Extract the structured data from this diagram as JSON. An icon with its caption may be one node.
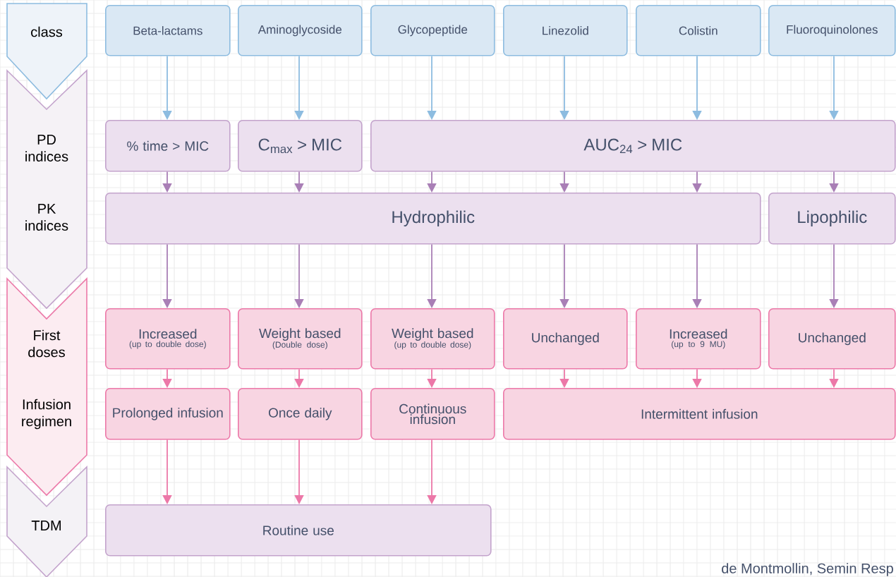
{
  "diagram": {
    "nodes": [
      {
        "text": [
          "class"
        ]
      },
      {
        "text": [
          "Beta-lactams"
        ]
      },
      {
        "text": [
          "Aminoglycoside"
        ]
      },
      {
        "text": [
          "Glycopeptide"
        ]
      },
      {
        "text": [
          "Linezolid"
        ]
      },
      {
        "text": [
          "Colistin"
        ]
      },
      {
        "text": [
          "Fluoroquinolones"
        ]
      },
      {
        "text": [
          "PD indices",
          "PK indices"
        ]
      },
      {
        "text": [
          "% time > MIC"
        ]
      },
      {
        "text": [
          "C$_{max}$ > MIC"
        ]
      },
      {
        "text": [
          "AUC$_{24}$ > MIC"
        ]
      },
      {
        "text": [
          "Hydrophilic"
        ]
      },
      {
        "text": [
          "Lipophilic"
        ]
      },
      {
        "text": [
          "First doses",
          "Infusion regimen"
        ]
      },
      {
        "text": [
          "Increased",
          "(up to double dose)"
        ]
      },
      {
        "text": [
          "Weight based",
          "(Double dose)"
        ]
      },
      {
        "text": [
          "Weight based",
          "(up to double dose)"
        ]
      },
      {
        "text": [
          "Unchanged"
        ]
      },
      {
        "text": [
          "Increased",
          "(up to 9 MU)"
        ]
      },
      {
        "text": [
          "Unchanged"
        ]
      },
      {
        "text": [
          "Prolonged infusion"
        ]
      },
      {
        "text": [
          "Once daily"
        ]
      },
      {
        "text": [
          "Continuous infusion"
        ]
      },
      {
        "text": [
          "Intermittent infusion"
        ]
      },
      {
        "text": [
          "TDM"
        ]
      },
      {
        "text": [
          "Routine use"
        ]
      }
    ],
    "edges": [
      {
        "from": 1,
        "to": 8,
        "arrow": "to",
        "color": "#8dbce0"
      },
      {
        "from": 2,
        "to": 9,
        "arrow": "to",
        "color": "#8dbce0"
      },
      {
        "from": 3,
        "to": 10,
        "arrow": "to",
        "color": "#8dbce0"
      },
      {
        "from": 4,
        "to": 10,
        "arrow": "to",
        "color": "#8dbce0"
      },
      {
        "from": 5,
        "to": 10,
        "arrow": "to",
        "color": "#8dbce0"
      },
      {
        "from": 6,
        "to": 10,
        "arrow": "to",
        "color": "#8dbce0"
      },
      {
        "from": 8,
        "to": 11,
        "arrow": "to"
      },
      {
        "from": 9,
        "to": 11,
        "arrow": "to"
      },
      {
        "from": 10,
        "to": 11,
        "arrow": "to"
      },
      {
        "from": 10,
        "to": 11,
        "arrow": "to"
      },
      {
        "from": 10,
        "to": 11,
        "arrow": "to"
      },
      {
        "from": 10,
        "to": 12,
        "arrow": "to"
      },
      {
        "from": 11,
        "to": 14,
        "arrow": "to"
      },
      {
        "from": 11,
        "to": 15,
        "arrow": "to"
      },
      {
        "from": 11,
        "to": 16,
        "arrow": "to"
      },
      {
        "from": 11,
        "to": 17,
        "arrow": "to"
      },
      {
        "from": 11,
        "to": 18,
        "arrow": "to"
      },
      {
        "from": 12,
        "to": 19,
        "arrow": "to"
      },
      {
        "from": 14,
        "to": 20,
        "arrow": "to",
        "color": "#ec78a8"
      },
      {
        "from": 15,
        "to": 21,
        "arrow": "to",
        "color": "#ec78a8"
      },
      {
        "from": 16,
        "to": 22,
        "arrow": "to",
        "color": "#ec78a8"
      },
      {
        "from": 17,
        "to": 23,
        "arrow": "to",
        "color": "#ec78a8"
      },
      {
        "from": 18,
        "to": 23,
        "arrow": "to",
        "color": "#ec78a8"
      },
      {
        "from": 19,
        "to": 23,
        "arrow": "to",
        "color": "#ec78a8"
      },
      {
        "from": 20,
        "to": 25,
        "arrow": "to",
        "color": "#ec78a8"
      },
      {
        "from": 21,
        "to": 25,
        "arrow": "to",
        "color": "#ec78a8"
      },
      {
        "from": 22,
        "to": 25,
        "arrow": "to",
        "color": "#ec78a8"
      }
    ],
    "labels": [
      "de Montmollin, Semin Resp"
    ]
  }
}
